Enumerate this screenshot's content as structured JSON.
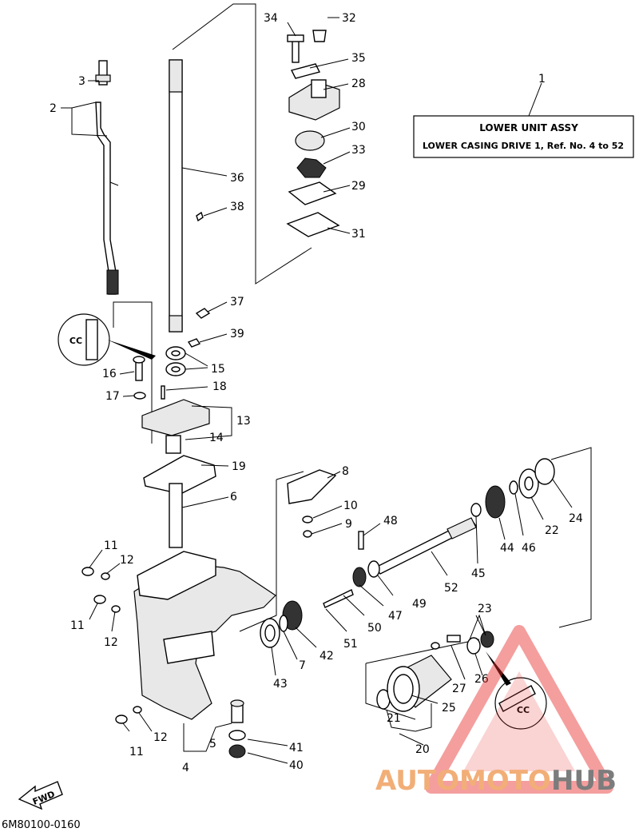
{
  "title_box": {
    "line1": "LOWER  UNIT ASSY",
    "line2": "LOWER CASING DRIVE 1,  Ref. No. 4 to 52"
  },
  "diagram_code": "6M80100-0160",
  "fwd_label": "FWD",
  "cc_label": "CC",
  "watermark": {
    "part1": "AUTOMOTO",
    "part2": "HUB",
    "color1": "#f0a060",
    "color2": "#666666",
    "triangle_color": "#e83030"
  },
  "callouts": [
    {
      "id": "c1",
      "text": "1"
    },
    {
      "id": "c2",
      "text": "2"
    },
    {
      "id": "c3",
      "text": "3"
    },
    {
      "id": "c4",
      "text": "4"
    },
    {
      "id": "c5",
      "text": "5"
    },
    {
      "id": "c6",
      "text": "6"
    },
    {
      "id": "c7",
      "text": "7"
    },
    {
      "id": "c8",
      "text": "8"
    },
    {
      "id": "c9",
      "text": "9"
    },
    {
      "id": "c10",
      "text": "10"
    },
    {
      "id": "c11a",
      "text": "11"
    },
    {
      "id": "c11b",
      "text": "11"
    },
    {
      "id": "c11c",
      "text": "11"
    },
    {
      "id": "c12a",
      "text": "12"
    },
    {
      "id": "c12b",
      "text": "12"
    },
    {
      "id": "c12c",
      "text": "12"
    },
    {
      "id": "c13",
      "text": "13"
    },
    {
      "id": "c14",
      "text": "14"
    },
    {
      "id": "c15",
      "text": "15"
    },
    {
      "id": "c16",
      "text": "16"
    },
    {
      "id": "c17",
      "text": "17"
    },
    {
      "id": "c18",
      "text": "18"
    },
    {
      "id": "c19",
      "text": "19"
    },
    {
      "id": "c20",
      "text": "20"
    },
    {
      "id": "c21",
      "text": "21"
    },
    {
      "id": "c22",
      "text": "22"
    },
    {
      "id": "c23",
      "text": "23"
    },
    {
      "id": "c24",
      "text": "24"
    },
    {
      "id": "c25",
      "text": "25"
    },
    {
      "id": "c26",
      "text": "26"
    },
    {
      "id": "c27",
      "text": "27"
    },
    {
      "id": "c28",
      "text": "28"
    },
    {
      "id": "c29",
      "text": "29"
    },
    {
      "id": "c30",
      "text": "30"
    },
    {
      "id": "c31",
      "text": "31"
    },
    {
      "id": "c32",
      "text": "32"
    },
    {
      "id": "c33",
      "text": "33"
    },
    {
      "id": "c34",
      "text": "34"
    },
    {
      "id": "c35",
      "text": "35"
    },
    {
      "id": "c36",
      "text": "36"
    },
    {
      "id": "c37",
      "text": "37"
    },
    {
      "id": "c38",
      "text": "38"
    },
    {
      "id": "c39",
      "text": "39"
    },
    {
      "id": "c40",
      "text": "40"
    },
    {
      "id": "c41",
      "text": "41"
    },
    {
      "id": "c42",
      "text": "42"
    },
    {
      "id": "c43",
      "text": "43"
    },
    {
      "id": "c44",
      "text": "44"
    },
    {
      "id": "c45",
      "text": "45"
    },
    {
      "id": "c46",
      "text": "46"
    },
    {
      "id": "c47",
      "text": "47"
    },
    {
      "id": "c48",
      "text": "48"
    },
    {
      "id": "c49",
      "text": "49"
    },
    {
      "id": "c50",
      "text": "50"
    },
    {
      "id": "c51",
      "text": "51"
    },
    {
      "id": "c52",
      "text": "52"
    }
  ]
}
